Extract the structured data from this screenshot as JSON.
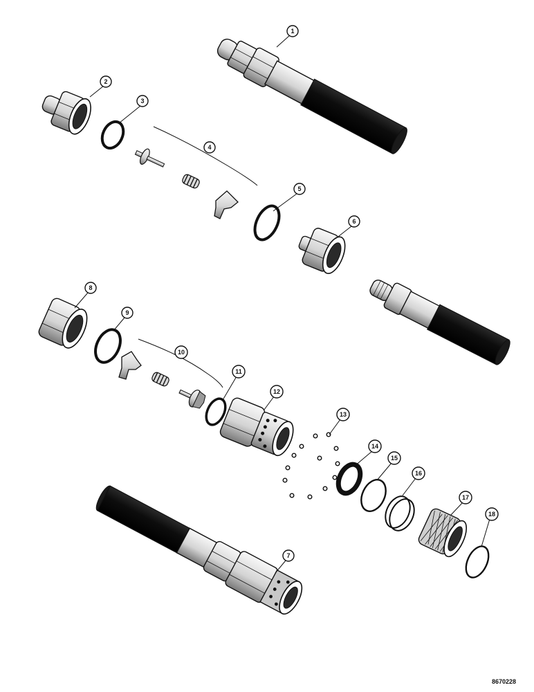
{
  "callouts": [
    "1",
    "2",
    "3",
    "4",
    "5",
    "6",
    "7",
    "8",
    "9",
    "10",
    "11",
    "12",
    "13",
    "14",
    "15",
    "16",
    "17",
    "18"
  ],
  "reference_code": "8670228",
  "colors": {
    "ink": "#111111",
    "paper": "#ffffff",
    "hose": "#151515",
    "metal_light": "#f2f2f2",
    "metal_mid": "#bdbdbd"
  }
}
